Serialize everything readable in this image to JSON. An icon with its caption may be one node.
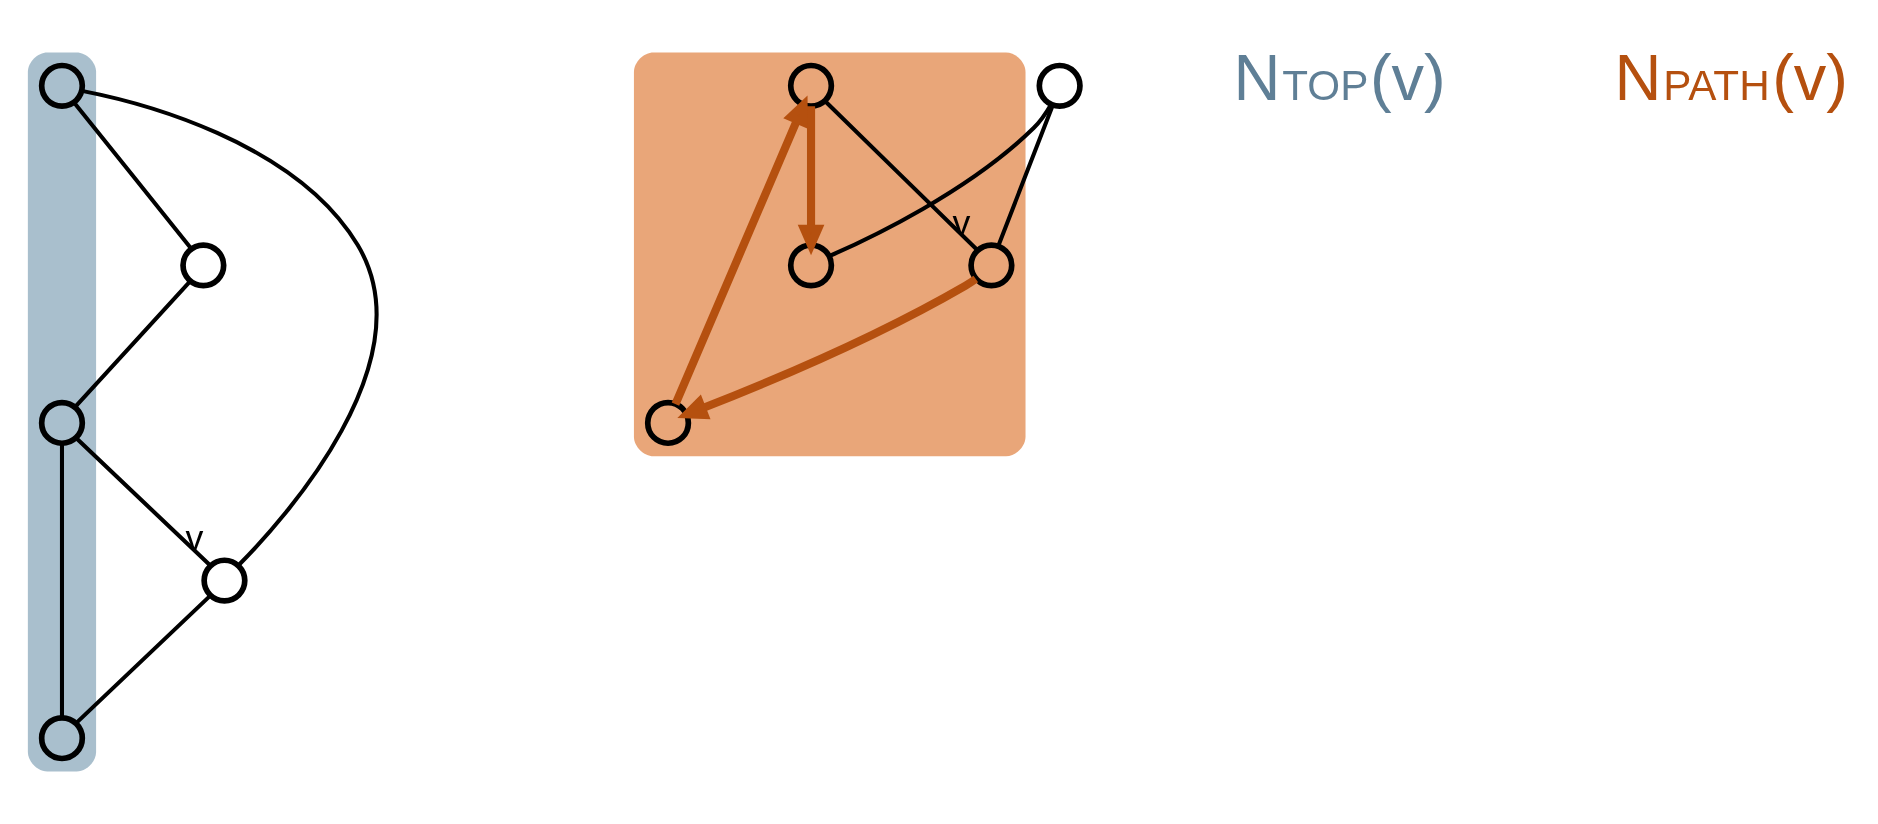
{
  "diagram": {
    "nodes": [
      {
        "text": [],
        "shape": "cloud"
      },
      {
        "text": [],
        "shape": "circle",
        "in": 0
      },
      {
        "text": [],
        "shape": "circle"
      },
      {
        "text": [],
        "shape": "circle",
        "in": 0
      },
      {
        "text": [],
        "shape": "circle",
        "beside": [
          "v"
        ]
      },
      {
        "text": [],
        "shape": "circle",
        "in": 0
      },
      {
        "text": [],
        "shape": "cloud"
      },
      {
        "text": [],
        "shape": "circle"
      },
      {
        "text": [],
        "shape": "circle",
        "in": 6
      },
      {
        "text": [],
        "shape": "circle",
        "in": 6
      },
      {
        "text": [],
        "shape": "circle",
        "in": 6,
        "beside": [
          "v"
        ]
      },
      {
        "text": [],
        "shape": "circle",
        "in": 6
      }
    ],
    "edges": [
      {
        "from": 1,
        "to": 2,
        "arrow": "none"
      },
      {
        "from": 1,
        "to": 4,
        "arrow": "none"
      },
      {
        "from": 2,
        "to": 3,
        "arrow": "none"
      },
      {
        "from": 3,
        "to": 4,
        "arrow": "none"
      },
      {
        "from": 3,
        "to": 5,
        "arrow": "none"
      },
      {
        "from": 4,
        "to": 5,
        "arrow": "none"
      },
      {
        "from": 7,
        "to": 8,
        "arrow": "none"
      },
      {
        "from": 7,
        "to": 10,
        "arrow": "none"
      },
      {
        "from": 9,
        "to": 10,
        "arrow": "none"
      },
      {
        "from": 10,
        "to": 11,
        "arrow": "to",
        "style": "thick",
        "color": "#b5500f"
      },
      {
        "from": 11,
        "to": 9,
        "arrow": "to",
        "style": "thick",
        "color": "#b5500f"
      },
      {
        "from": 9,
        "to": 8,
        "arrow": "to",
        "style": "thick",
        "color": "#b5500f"
      }
    ],
    "labels": [
      "N$_{TOP}$(v)",
      "N$_{PATH}$(v)"
    ]
  }
}
